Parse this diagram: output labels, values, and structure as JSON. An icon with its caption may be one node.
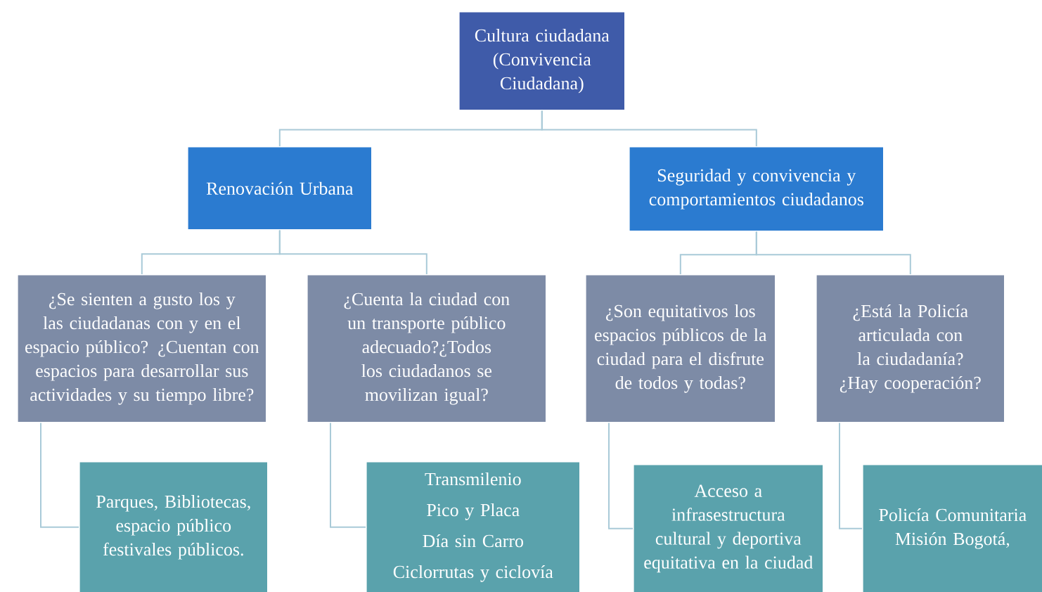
{
  "diagram": {
    "nodes": [
      {
        "text": [
          "Cultura ciudadana (Convivencia Ciudadana)"
        ]
      },
      {
        "text": [
          "Renovación Urbana"
        ]
      },
      {
        "text": [
          "Seguridad y convivencia y comportamientos ciudadanos"
        ]
      },
      {
        "text": [
          "¿Se sienten a gusto los y las ciudadanas con y en el espacio público? ¿Cuentan con espacios para desarrollar sus actividades y su tiempo libre?"
        ]
      },
      {
        "text": [
          "¿Cuenta la ciudad con un transporte público adecuado?¿Todos los ciudadanos se movilizan igual?"
        ]
      },
      {
        "text": [
          "¿Son equitativos los espacios públicos de la ciudad para el disfrute de todos y todas?"
        ]
      },
      {
        "text": [
          "¿Está la Policía articulada con la ciudadanía? ¿Hay cooperación?"
        ]
      },
      {
        "text": [
          "Parques, Bibliotecas, espacio público festivales públicos."
        ]
      },
      {
        "text": [
          "Transmilenio",
          "Pico y Placa",
          "Día sin Carro",
          "Ciclorrutas y ciclovía"
        ]
      },
      {
        "text": [
          "Acceso a infrasestructura cultural y deportiva equitativa en la ciudad"
        ]
      },
      {
        "text": [
          "Policía Comunitaria Misión Bogotá,"
        ]
      }
    ],
    "edges": [
      {
        "from": 0,
        "to": 1,
        "arrow": "none"
      },
      {
        "from": 0,
        "to": 2,
        "arrow": "none"
      },
      {
        "from": 1,
        "to": 3,
        "arrow": "none"
      },
      {
        "from": 1,
        "to": 4,
        "arrow": "none"
      },
      {
        "from": 2,
        "to": 5,
        "arrow": "none"
      },
      {
        "from": 2,
        "to": 6,
        "arrow": "none"
      },
      {
        "from": 3,
        "to": 7,
        "arrow": "none"
      },
      {
        "from": 4,
        "to": 8,
        "arrow": "none"
      },
      {
        "from": 5,
        "to": 9,
        "arrow": "none"
      },
      {
        "from": 6,
        "to": 10,
        "arrow": "none"
      }
    ]
  }
}
